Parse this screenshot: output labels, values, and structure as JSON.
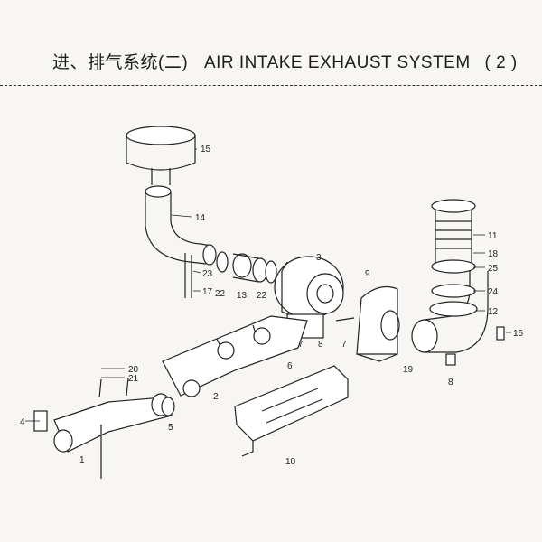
{
  "title": {
    "chinese": "进、排气系统(二)",
    "english": "AIR INTAKE EXHAUST SYSTEM",
    "number": "( 2 )"
  },
  "callouts": {
    "p1": "1",
    "p2": "2",
    "p3": "3",
    "p4": "4",
    "p5": "5",
    "p6": "6",
    "p7a": "7",
    "p7b": "7",
    "p8a": "8",
    "p8b": "8",
    "p9": "9",
    "p10": "10",
    "p11": "11",
    "p12": "12",
    "p13": "13",
    "p14": "14",
    "p15": "15",
    "p16": "16",
    "p17": "17",
    "p18": "18",
    "p19": "19",
    "p20": "20",
    "p21": "21",
    "p22a": "22",
    "p22b": "22",
    "p23": "23",
    "p24": "24",
    "p25": "25"
  }
}
